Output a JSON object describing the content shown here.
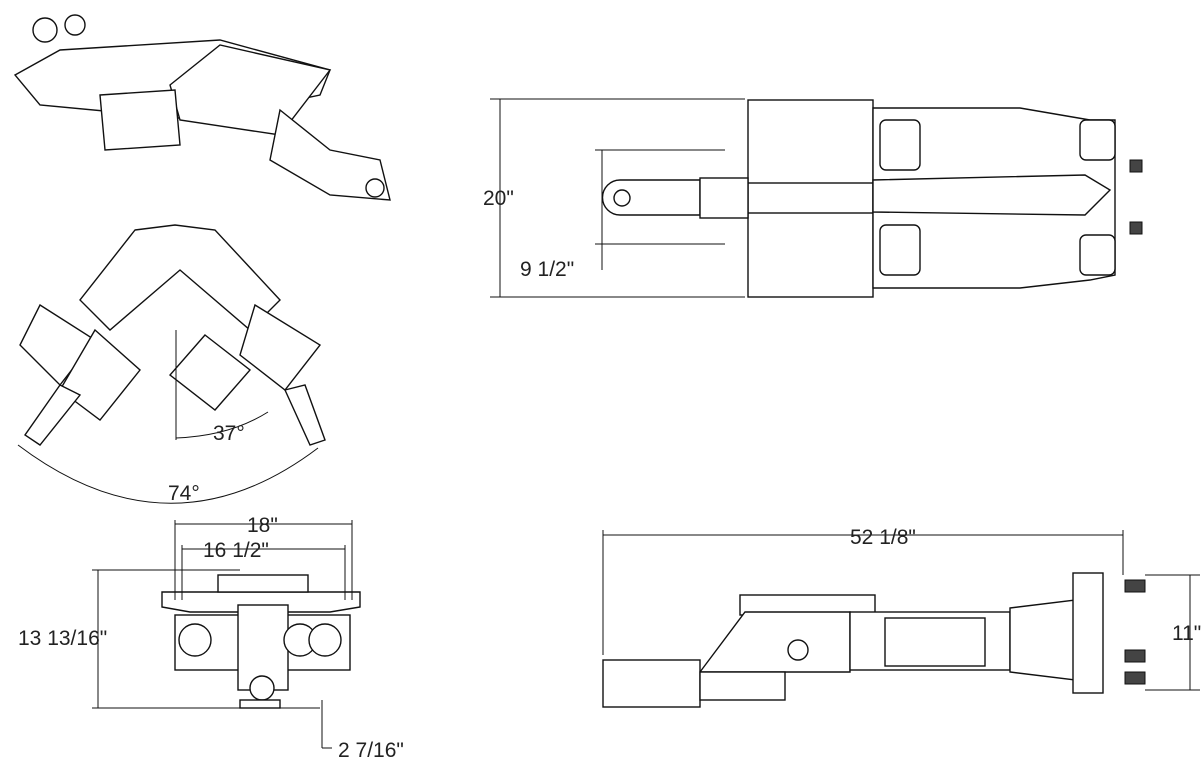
{
  "views": {
    "top_view": {
      "width_label": "20\"",
      "lunette_offset_label": "9 1/2\""
    },
    "angle_view": {
      "half_angle_label": "37°",
      "full_angle_label": "74°"
    },
    "front_view": {
      "outer_width_label": "18\"",
      "inner_width_label": "16 1/2\"",
      "height_label": "13 13/16\"",
      "ground_clearance_label": "2 7/16\""
    },
    "side_view": {
      "length_label": "52 1/8\"",
      "height_label": "11\""
    }
  },
  "colors": {
    "line": "#111111",
    "background": "#ffffff"
  }
}
